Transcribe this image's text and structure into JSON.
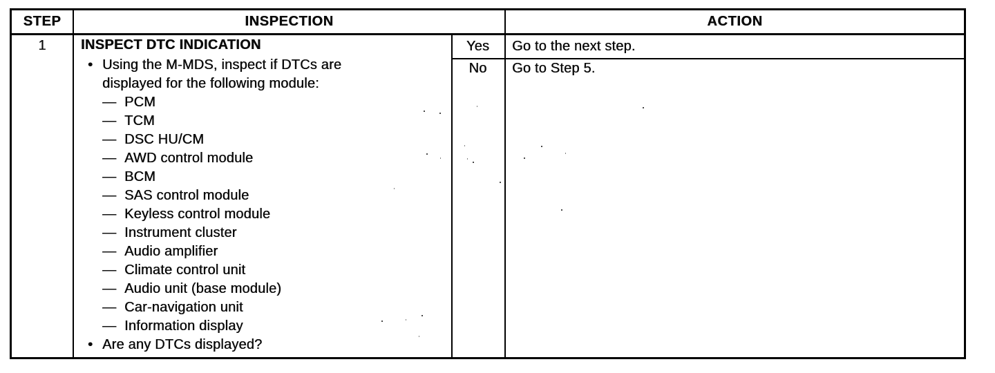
{
  "table": {
    "headers": {
      "step": "STEP",
      "inspection": "INSPECTION",
      "action": "ACTION"
    },
    "rows": [
      {
        "step": "1",
        "inspection": {
          "title": "INSPECT DTC INDICATION",
          "bullet_glyph": "•",
          "dash_glyph": "—",
          "bullet1_lines": [
            "Using the M-MDS, inspect if DTCs are",
            "displayed for the following module:"
          ],
          "modules": [
            "PCM",
            "TCM",
            "DSC HU/CM",
            "AWD control module",
            "BCM",
            "SAS control module",
            "Keyless control module",
            "Instrument cluster",
            "Audio amplifier",
            "Climate control unit",
            "Audio unit (base module)",
            "Car-navigation unit",
            "Information display"
          ],
          "bullet2": "Are any DTCs displayed?"
        },
        "branches": [
          {
            "label": "Yes",
            "action": "Go to the next step."
          },
          {
            "label": "No",
            "action": "Go to Step 5."
          }
        ]
      }
    ],
    "colors": {
      "border": "#000000",
      "text": "#0b0b0b",
      "background": "#ffffff"
    }
  }
}
